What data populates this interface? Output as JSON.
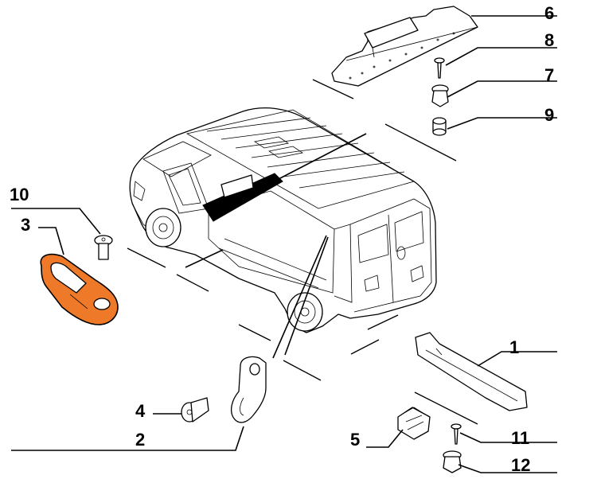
{
  "diagram": {
    "callouts": [
      {
        "id": "1",
        "label": "1"
      },
      {
        "id": "2",
        "label": "2"
      },
      {
        "id": "3",
        "label": "3"
      },
      {
        "id": "4",
        "label": "4"
      },
      {
        "id": "5",
        "label": "5"
      },
      {
        "id": "6",
        "label": "6"
      },
      {
        "id": "7",
        "label": "7"
      },
      {
        "id": "8",
        "label": "8"
      },
      {
        "id": "9",
        "label": "9"
      },
      {
        "id": "10",
        "label": "10"
      },
      {
        "id": "11",
        "label": "11"
      },
      {
        "id": "12",
        "label": "12"
      }
    ],
    "highlight_color": "#ee7a29",
    "highlighted_part": "3"
  }
}
